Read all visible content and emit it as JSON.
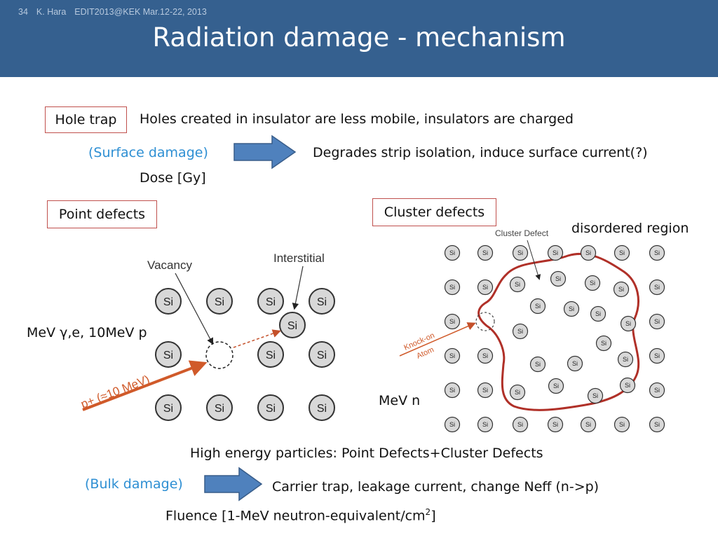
{
  "header": {
    "slide_number": "34",
    "author": "K. Hara",
    "event": "EDIT2013@KEK Mar.12-22, 2013",
    "title": "Radiation damage - mechanism",
    "colors": {
      "background": "#35608f",
      "title": "#ffffff"
    }
  },
  "hole_trap": {
    "box_label": "Hole trap",
    "description": "Holes created in insulator are less mobile, insulators are charged",
    "category": "(Surface damage)",
    "effect": "Degrades strip isolation, induce surface current(?)",
    "measure": "Dose [Gy]"
  },
  "point_defects": {
    "box_label": "Point defects",
    "diagram": {
      "vacancy_label": "Vacancy",
      "interstitial_label": "Interstitial",
      "atom_label": "Si",
      "particle_label": "MeV γ,e, 10MeV p",
      "beam_label": "p+ (≈10 MeV)"
    }
  },
  "cluster_defects": {
    "box_label": "Cluster defects",
    "region_label": "disordered region",
    "diagram": {
      "cluster_defect_label": "Cluster Defect",
      "knock_on_label_line1": "Knock-on",
      "knock_on_label_line2": "Atom",
      "atom_label": "Si",
      "particle_label": "MeV n"
    }
  },
  "summary": {
    "line": "High energy particles: Point Defects+Cluster Defects",
    "category": "(Bulk damage)",
    "effect": "Carrier trap, leakage current, change Neff (n->p)",
    "measure_prefix": "Fluence [1-MeV neutron-equivalent/cm",
    "measure_sup": "2",
    "measure_suffix": "]"
  },
  "colors": {
    "box_border": "#c0504d",
    "category_text": "#2e8fd3",
    "arrow_fill": "#4f81bd",
    "arrow_stroke": "#385d8a",
    "cluster_outline": "#b03028",
    "beam": "#d05a2a",
    "atom_fill": "#d8d8d8"
  }
}
